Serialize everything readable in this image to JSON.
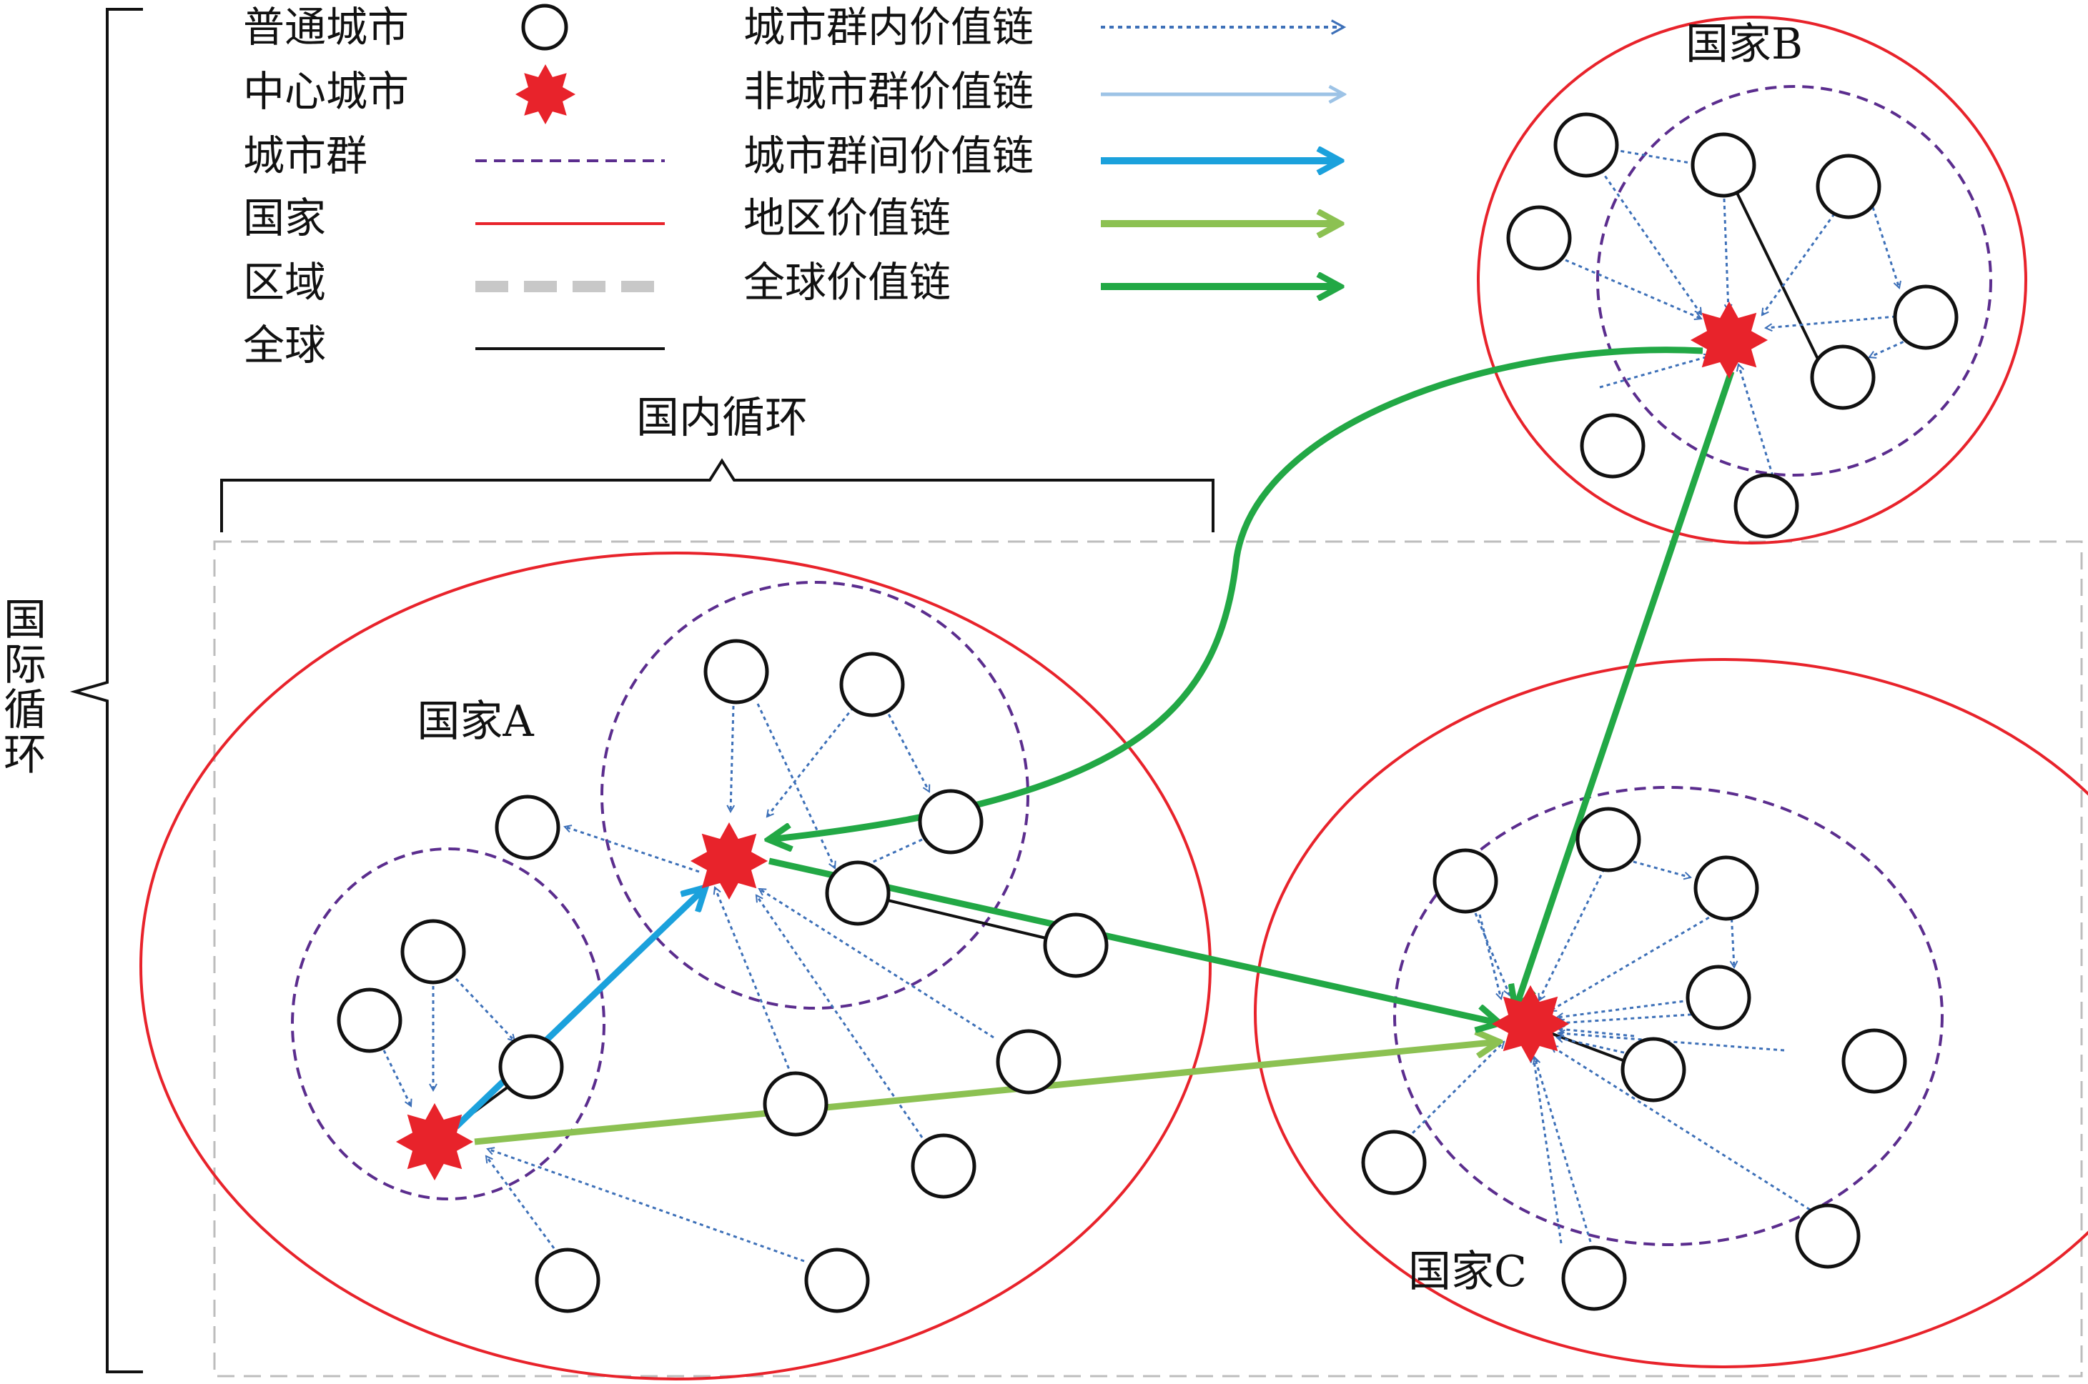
{
  "legend": {
    "nodes": [
      {
        "key": "city",
        "label": "普通城市",
        "icon": "white-circle"
      },
      {
        "key": "center",
        "label": "中心城市",
        "icon": "red-star"
      },
      {
        "key": "cluster",
        "label": "城市群",
        "icon": "purple-dashed-line"
      },
      {
        "key": "country",
        "label": "国家",
        "icon": "red-solid-line"
      },
      {
        "key": "region",
        "label": "区域",
        "icon": "gray-thick-dashed-line"
      },
      {
        "key": "global",
        "label": "全球",
        "icon": "black-solid-line"
      }
    ],
    "chains": [
      {
        "key": "intra",
        "label": "城市群内价值链",
        "icon": "dotted-blue-arrow"
      },
      {
        "key": "non",
        "label": "非城市群价值链",
        "icon": "light-blue-arrow"
      },
      {
        "key": "inter",
        "label": "城市群间价值链",
        "icon": "cyan-arrow"
      },
      {
        "key": "regional",
        "label": "地区价值链",
        "icon": "light-green-arrow"
      },
      {
        "key": "globalchain",
        "label": "全球价值链",
        "icon": "green-arrow"
      }
    ]
  },
  "labels": {
    "domestic": "国内循环",
    "international": [
      "国",
      "际",
      "循",
      "环"
    ],
    "country_a": "国家A",
    "country_b": "国家B",
    "country_c": "国家C"
  },
  "colors": {
    "country_border": "#e8232b",
    "cluster_border": "#5b2d8e",
    "city_stroke": "#111111",
    "star_fill": "#e8232b",
    "intra_chain": "#3d70b8",
    "non_chain": "#9dc3e6",
    "inter_chain": "#1ba1dc",
    "regional_chain": "#8cc152",
    "global_chain": "#22a845",
    "region_border": "#bdbdbd",
    "global_link": "#111111"
  }
}
